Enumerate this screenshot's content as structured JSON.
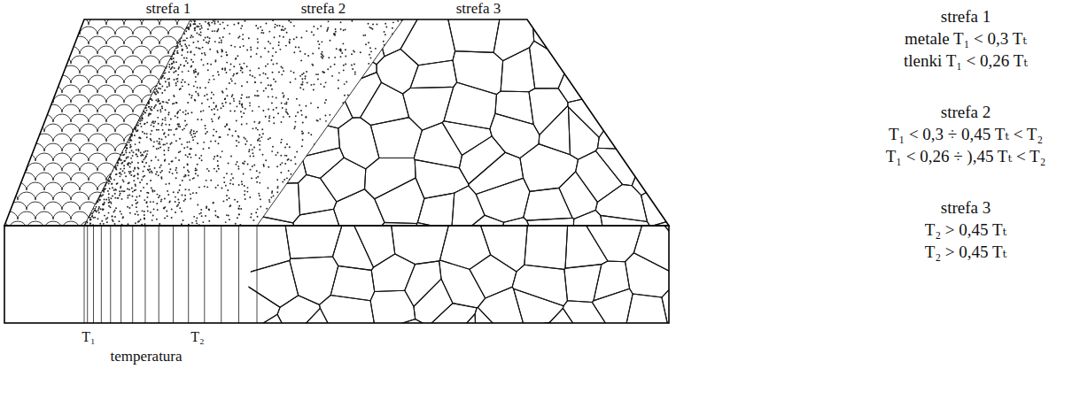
{
  "diagram": {
    "labels": [
      "strefa 1",
      "strefa 2",
      "strefa 3",
      "T₁",
      "T₂",
      "temperatura",
      "strefa 1",
      "metale T₁ < 0,3 Tₜ",
      "tlenki T₁ < 0,26 Tₜ",
      "strefa 2",
      "T₁ < 0,3 ÷ 0,45 Tₜ < T₂",
      "T₁ < 0,26 ÷ ),45 Tₜ < T₂",
      "strefa 3",
      "T₂ > 0,45 Tₜ",
      "T₂ > 0,45 Tₜ"
    ]
  }
}
